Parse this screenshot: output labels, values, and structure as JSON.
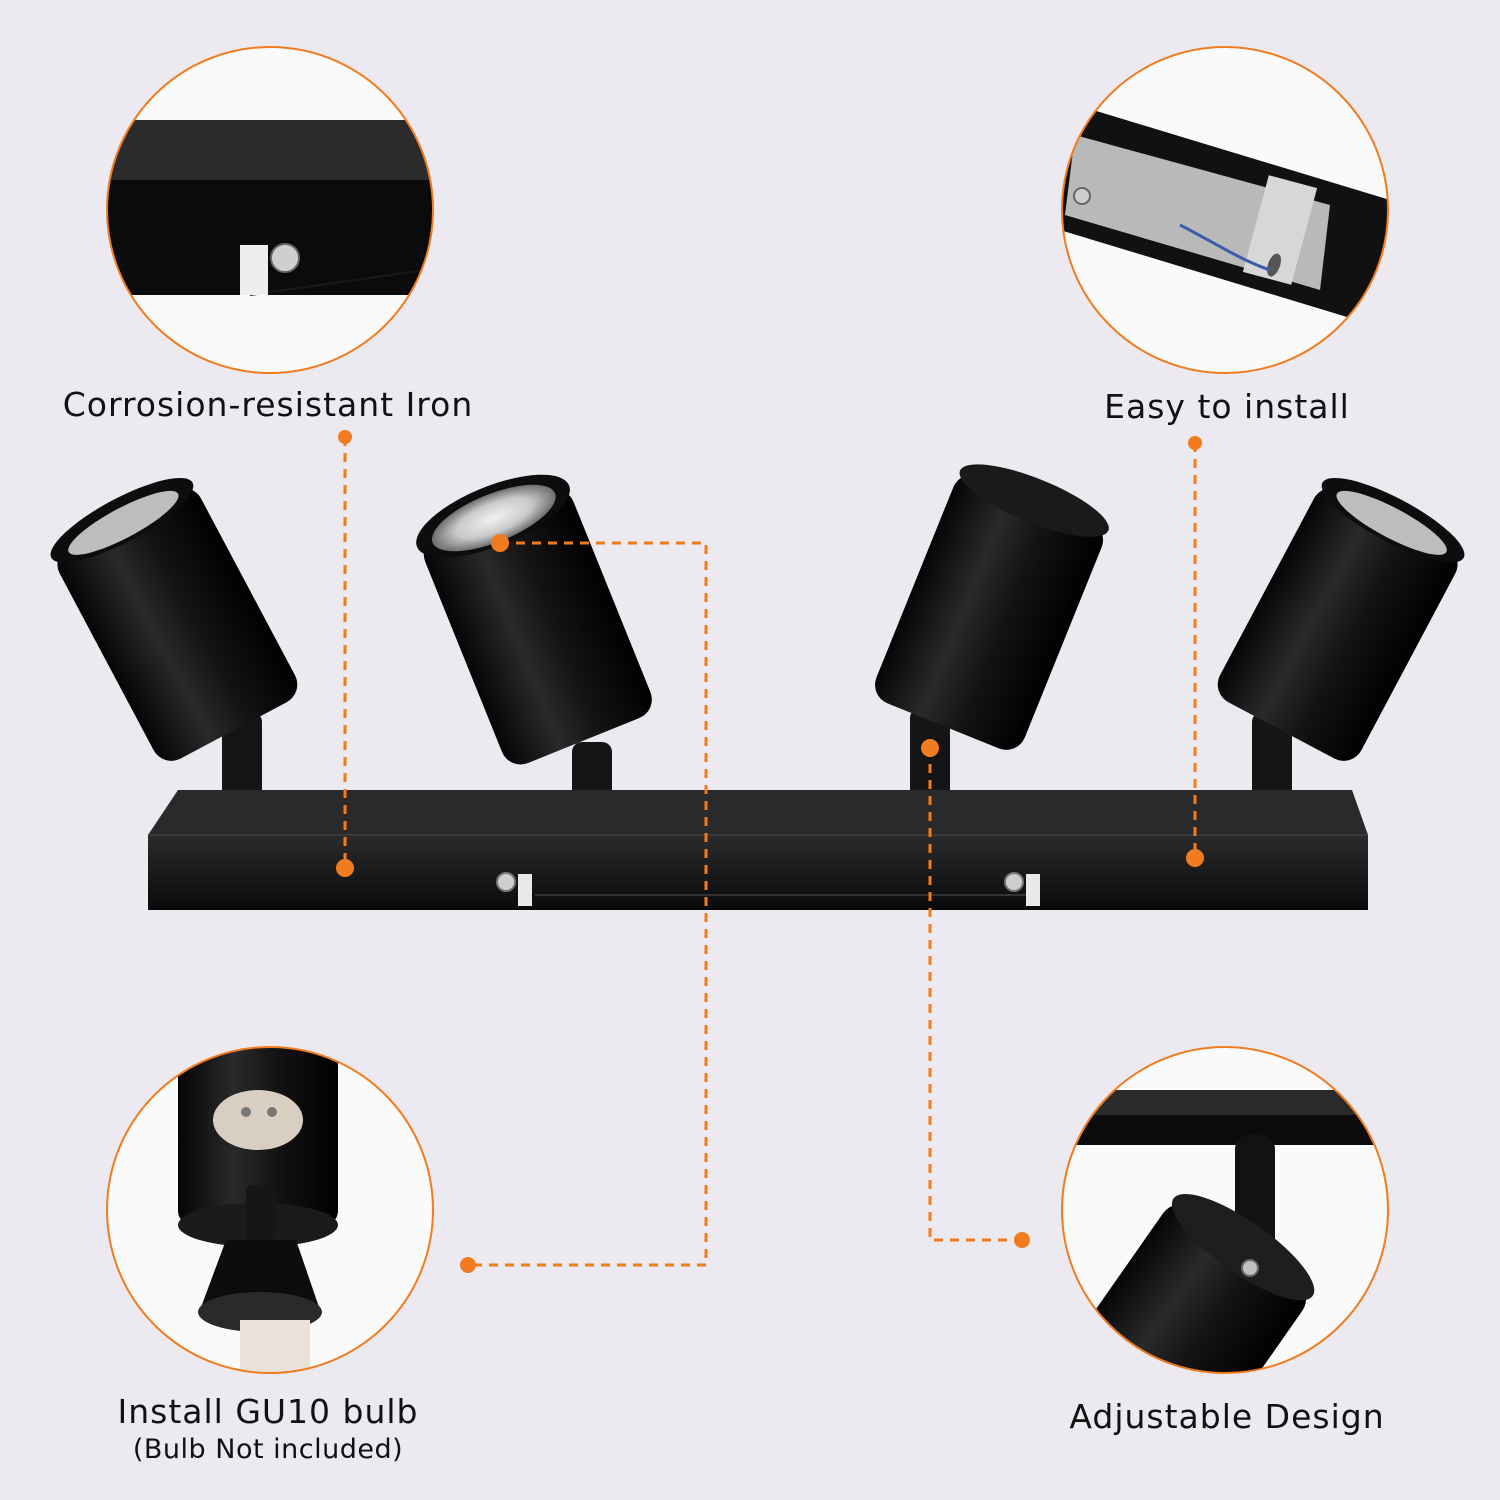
{
  "colors": {
    "background": "#ece9f0",
    "accent": "#f07c1f",
    "fixture": "#111111",
    "label": "#111111"
  },
  "callouts": {
    "corrosion": {
      "label": "Corrosion-resistant Iron"
    },
    "install": {
      "label": "Easy to install"
    },
    "bulb": {
      "label": "Install GU10 bulb",
      "note": "(Bulb Not included)"
    },
    "adjust": {
      "label": "Adjustable Design"
    }
  }
}
